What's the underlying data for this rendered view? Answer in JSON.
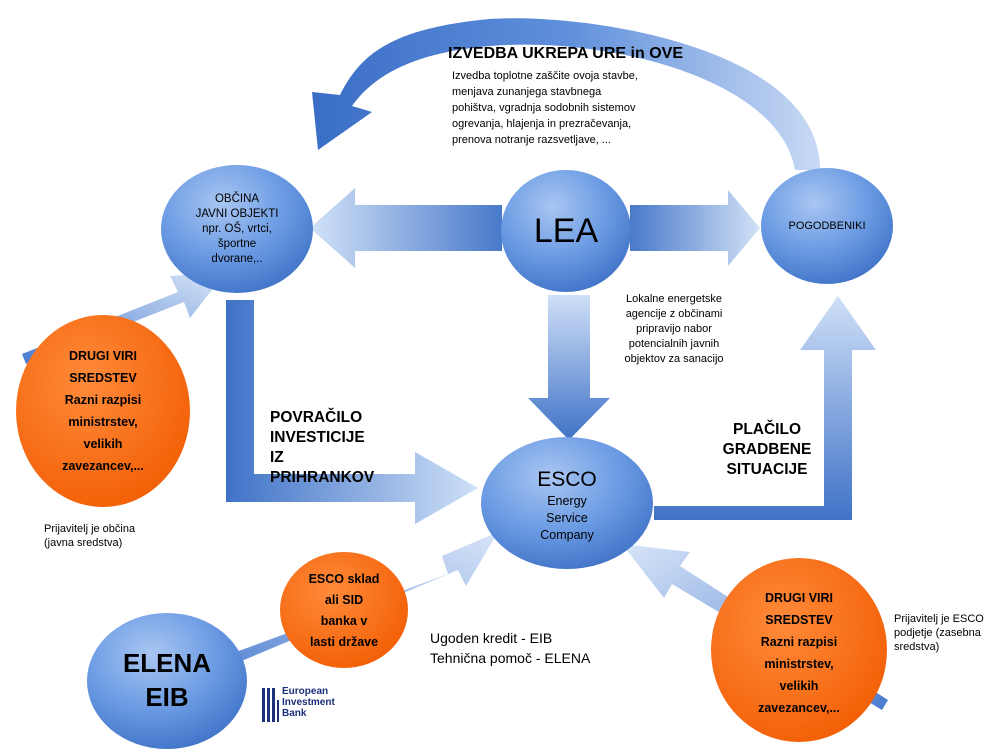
{
  "top_arrow": {
    "title": "IZVEDBA UKREPA URE in OVE",
    "description": [
      "Izvedba toplotne zaščite ovoja stavbe,",
      "menjava zunanjega stavbnega",
      "pohištva, vgradnja sodobnih sistemov",
      "ogrevanja, hlajenja in prezračevanja,",
      "prenova notranje razsvetljave, ..."
    ]
  },
  "nodes": {
    "obcina": {
      "lines": [
        "OBČINA",
        "JAVNI OBJEKTI",
        "npr. OŠ, vrtci,",
        "športne",
        "dvorane,.."
      ]
    },
    "lea": {
      "label": "LEA"
    },
    "pogodbeniki": {
      "label": "POGODBENIKI"
    },
    "esco": {
      "lines": [
        "ESCO",
        "Energy",
        "Service",
        "Company"
      ]
    },
    "elena": {
      "lines": [
        "ELENA",
        "EIB"
      ]
    }
  },
  "orange_nodes": {
    "drugi_viri_left": {
      "lines": [
        "DRUGI VIRI",
        "SREDSTEV",
        "Razni razpisi",
        "ministrstev,",
        "velikih",
        "zavezancev,..."
      ]
    },
    "esco_sklad": {
      "lines": [
        "ESCO sklad",
        "ali SID",
        "banka v",
        "lasti države"
      ]
    },
    "drugi_viri_right": {
      "lines": [
        "DRUGI VIRI",
        "SREDSTEV",
        "Razni razpisi",
        "ministrstev,",
        "velikih",
        "zavezancev,..."
      ]
    }
  },
  "labels": {
    "lea_note": [
      "Lokalne energetske",
      "agencije z občinami",
      "pripravijo nabor",
      "potencialnih javnih",
      "objektov  za sanacijo"
    ],
    "povracilo": [
      "POVRAČILO",
      "INVESTICIJE",
      "IZ",
      "PRIHRANKOV"
    ],
    "placilo": [
      "PLAČILO",
      "GRADBENE",
      "SITUACIJE"
    ],
    "prijavitelj_obcina": [
      "Prijavitelj je občina",
      "(javna sredstva)"
    ],
    "prijavitelj_esco": [
      "Prijavitelj je ESCO",
      "podjetje (zasebna",
      "sredstva)"
    ],
    "kredit": [
      "Ugoden kredit - EIB",
      "Tehnična pomoč - ELENA"
    ]
  },
  "eib_logo": {
    "lines": [
      "European",
      "Investment",
      "Bank"
    ]
  },
  "colors": {
    "blue_node": "#5b8ee0",
    "blue_light": "#c9daf5",
    "orange": "#ff6a13",
    "arrow_dark": "#4f7fd0",
    "arrow_light": "#d6e4f8",
    "eib_navy": "#1c2f7a"
  }
}
